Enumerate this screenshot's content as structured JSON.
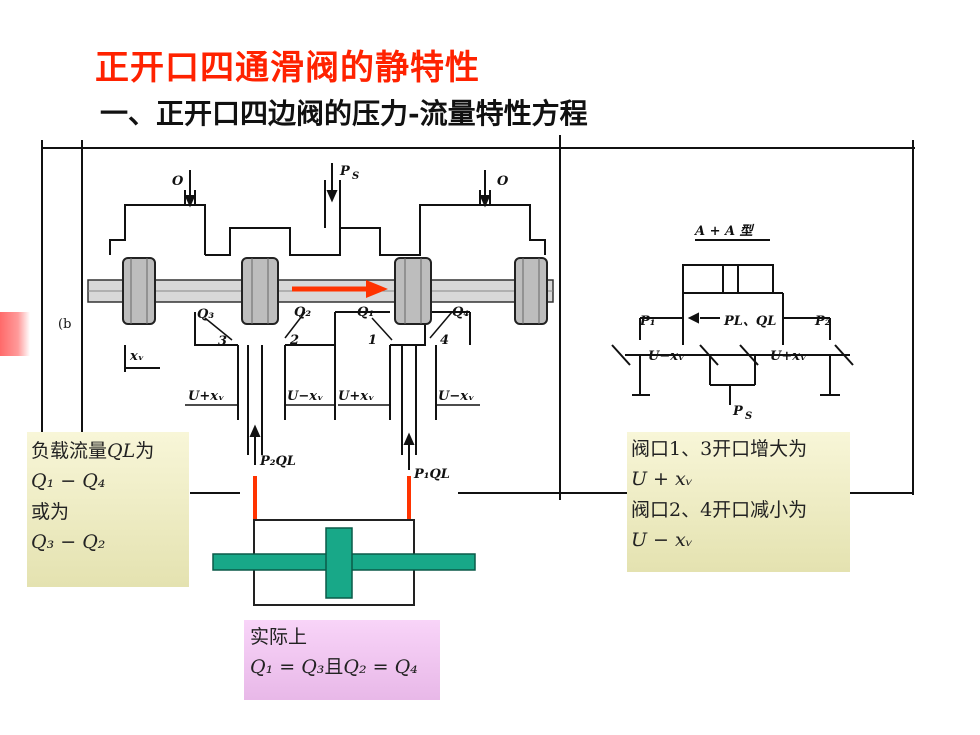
{
  "title": "正开口四通滑阀的静特性",
  "subtitle": "一、正开口四边阀的压力-流量特性方程",
  "diagram": {
    "port_o_left": "O",
    "port_ps_top": "P",
    "port_ps_top_sub": "S",
    "port_o_right": "O",
    "tag_b": "(b",
    "q3": "Q₃",
    "q2": "Q₂",
    "q1": "Q₁",
    "q4": "Q₄",
    "n3": "3",
    "n2": "2",
    "n1": "1",
    "n4": "4",
    "xv": "xᵥ",
    "u_plus_1": "U+xᵥ",
    "u_minus_1": "U−xᵥ",
    "u_plus_2": "U+xᵥ",
    "u_minus_2": "U−xᵥ",
    "p2ql": "P₂QL",
    "p1ql": "P₁QL",
    "aa_type": "A + A  型",
    "p1": "P₁",
    "pl_ql": "PL、QL",
    "p2": "P₂",
    "u_minus_r": "U−xᵥ",
    "u_plus_r": "U+xᵥ",
    "ps_bottom": "P",
    "ps_bottom_sub": "S"
  },
  "box_left": {
    "line1": "负载流量",
    "line1_math": "QL",
    "line1_end": "为",
    "line2": "Q₁ − Q₄",
    "line3": "或为",
    "line4": "Q₃ − Q₂"
  },
  "box_right": {
    "line1": "阀口1、3开口增大为",
    "line2": "U + xᵥ",
    "line3": "阀口2、4开口减小为",
    "line4": "U − xᵥ"
  },
  "box_bottom": {
    "line1": "实际上",
    "line2a": "Q₁ = Q₃",
    "line2b": "且",
    "line2c": "Q₂ = Q₄"
  },
  "colors": {
    "title": "#ff2200",
    "arrow": "#ff3300",
    "cylinder_rod": "#18a888",
    "note_yellow": "#f0eec4",
    "note_pink": "#f0c8f0"
  }
}
